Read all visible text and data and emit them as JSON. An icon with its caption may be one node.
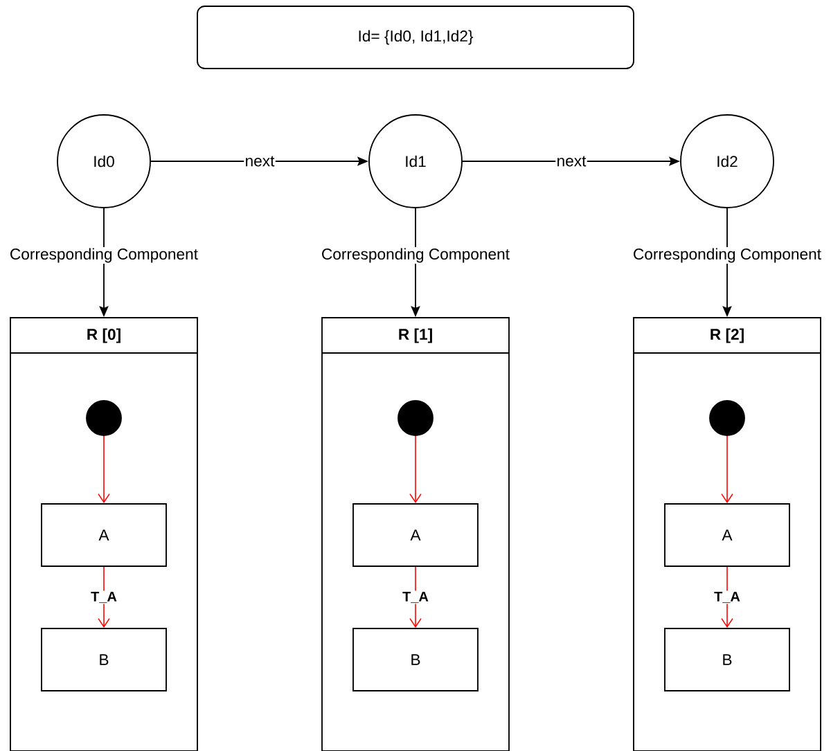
{
  "diagram": {
    "nodes": [
      {
        "text": [
          "Id= {Id0, Id1,Id2}"
        ]
      },
      {
        "text": [
          "Id0"
        ]
      },
      {
        "text": [
          "Id1"
        ]
      },
      {
        "text": [
          "Id2"
        ]
      },
      {
        "text": [
          "R [0]"
        ]
      },
      {
        "text": [],
        "shape": "circle",
        "in": 4
      },
      {
        "text": [
          "A"
        ],
        "in": 4
      },
      {
        "text": [
          "B"
        ],
        "in": 4
      },
      {
        "text": [
          "R [1]"
        ]
      },
      {
        "text": [],
        "shape": "circle",
        "in": 8
      },
      {
        "text": [
          "A"
        ],
        "in": 8
      },
      {
        "text": [
          "B"
        ],
        "in": 8
      },
      {
        "text": [
          "R [2]"
        ]
      },
      {
        "text": [],
        "shape": "circle",
        "in": 12
      },
      {
        "text": [
          "A"
        ],
        "in": 12
      },
      {
        "text": [
          "B"
        ],
        "in": 12
      }
    ],
    "edges": [
      {
        "from": 1,
        "to": 2,
        "arrow": "to",
        "label": "next",
        "color": "#000000"
      },
      {
        "from": 2,
        "to": 3,
        "arrow": "to",
        "label": "next",
        "color": "#000000"
      },
      {
        "from": 1,
        "to": 4,
        "arrow": "to",
        "label": "Corresponding Component",
        "color": "#000000"
      },
      {
        "from": 2,
        "to": 8,
        "arrow": "to",
        "label": "Corresponding Component",
        "color": "#000000"
      },
      {
        "from": 3,
        "to": 12,
        "arrow": "to",
        "label": "Corresponding Component",
        "color": "#000000"
      },
      {
        "from": 5,
        "to": 6,
        "arrow": "to",
        "color": "#ff0000"
      },
      {
        "from": 6,
        "to": 7,
        "arrow": "to",
        "label": "T_A",
        "color": "#ff0000"
      },
      {
        "from": 9,
        "to": 10,
        "arrow": "to",
        "color": "#ff0000"
      },
      {
        "from": 10,
        "to": 11,
        "arrow": "to",
        "label": "T_A",
        "color": "#ff0000"
      },
      {
        "from": 13,
        "to": 14,
        "arrow": "to",
        "color": "#ff0000"
      },
      {
        "from": 14,
        "to": 15,
        "arrow": "to",
        "label": "T_A",
        "color": "#ff0000"
      }
    ]
  }
}
